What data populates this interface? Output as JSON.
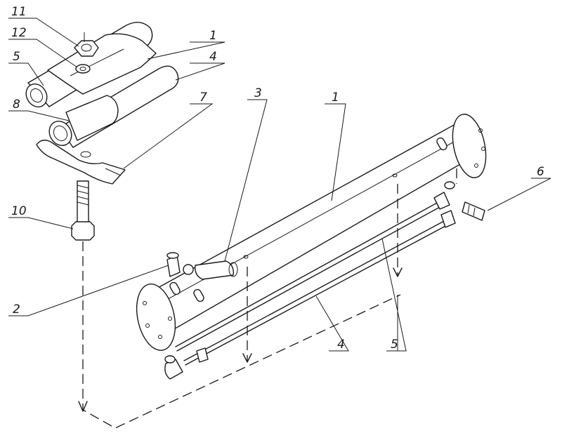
{
  "diagram": {
    "callouts": [
      {
        "id": "c11",
        "text": "11"
      },
      {
        "id": "c12",
        "text": "12"
      },
      {
        "id": "c5a",
        "text": "5"
      },
      {
        "id": "c8",
        "text": "8"
      },
      {
        "id": "c1a",
        "text": "1"
      },
      {
        "id": "c4a",
        "text": "4"
      },
      {
        "id": "c7",
        "text": "7"
      },
      {
        "id": "c3",
        "text": "3"
      },
      {
        "id": "c1b",
        "text": "1"
      },
      {
        "id": "c6",
        "text": "6"
      },
      {
        "id": "c10",
        "text": "10"
      },
      {
        "id": "c2",
        "text": "2"
      },
      {
        "id": "c4b",
        "text": "4"
      },
      {
        "id": "c5b",
        "text": "5"
      }
    ]
  }
}
